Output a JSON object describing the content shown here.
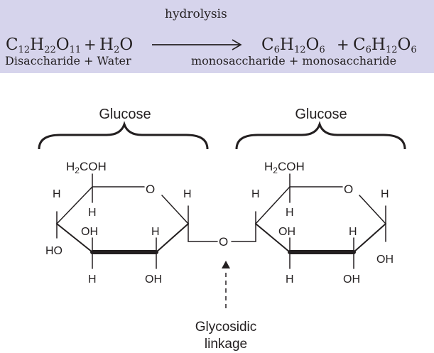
{
  "equation": {
    "catalyst": "hydrolysis",
    "reactant1": {
      "C": "C",
      "C_n": "12",
      "H": "H",
      "H_n": "22",
      "O": "O",
      "O_n": "11"
    },
    "plus1": "+",
    "reactant2": {
      "H": "H",
      "H_n": "2",
      "O": "O"
    },
    "arrow": "⟶",
    "product1": {
      "C": "C",
      "C_n": "6",
      "H": "H",
      "H_n": "12",
      "O": "O",
      "O_n": "6"
    },
    "plus2": "+",
    "product2": {
      "C": "C",
      "C_n": "6",
      "H": "H",
      "H_n": "12",
      "O": "O",
      "O_n": "6"
    },
    "left_label": "Disaccharide + Water",
    "right_label": "monosaccharide + monosaccharide"
  },
  "structure": {
    "left_ring_label": "Glucose",
    "right_ring_label": "Glucose",
    "linkage_label_line1": "Glycosidic",
    "linkage_label_line2": "linkage",
    "left_ring": {
      "ch2oh_H": "H",
      "ch2oh_sub": "2",
      "ch2oh_rest": "COH",
      "ring_O": "O",
      "c1_H": "H",
      "c5_H_top": "H",
      "c5_H_bot": "H",
      "c3_OH": "OH",
      "c2_H": "H",
      "c4_HO": "HO",
      "c3_H": "H",
      "c2_OH": "OH"
    },
    "bridge_O": "O",
    "right_ring": {
      "ch2oh_H": "H",
      "ch2oh_sub": "2",
      "ch2oh_rest": "COH",
      "ring_O": "O",
      "c1_H": "H",
      "c5_H_top": "H",
      "c5_H_bot": "H",
      "c3_OH": "OH",
      "c2_H": "H",
      "c1_OH": "OH",
      "c3_H": "H",
      "c2_OH": "OH"
    }
  },
  "colors": {
    "banner": "#d6d4ec",
    "ink": "#231f20"
  }
}
